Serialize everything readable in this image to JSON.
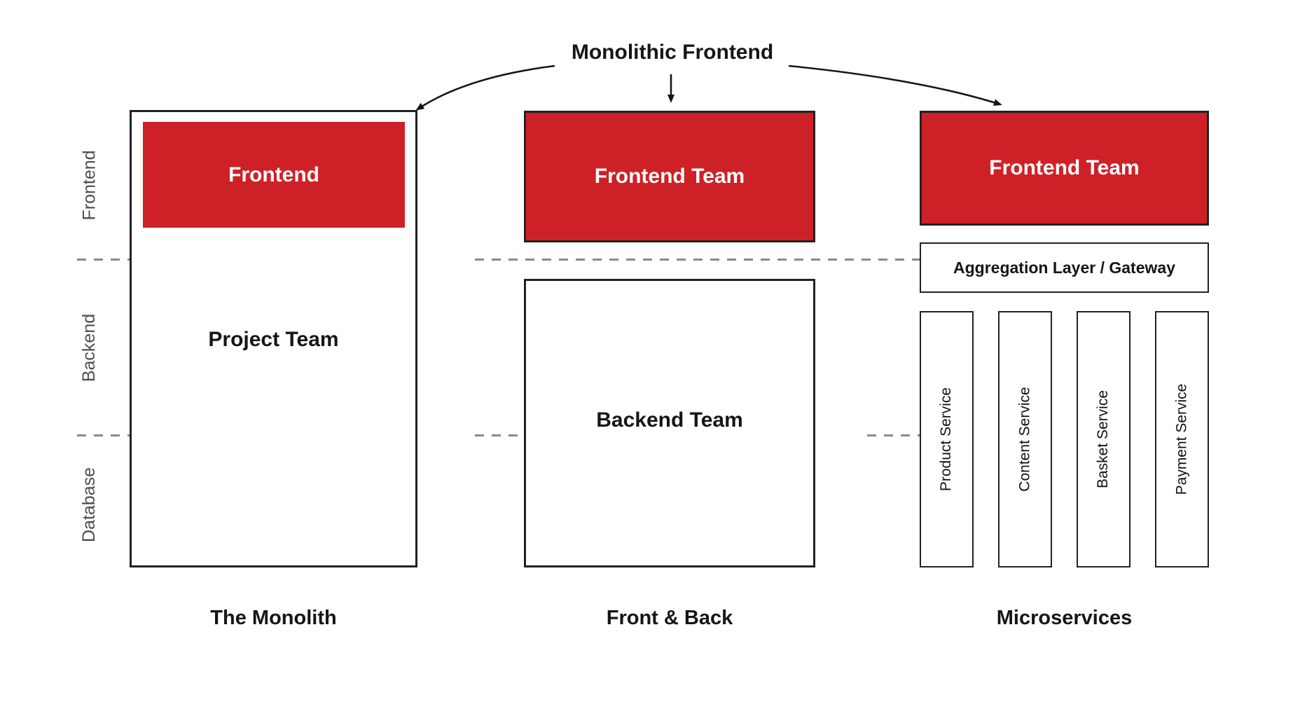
{
  "title": "Monolithic Frontend",
  "colors": {
    "red": "#ce2127",
    "box_border": "#222222",
    "dash_gray": "#8a8a8a",
    "band_label_gray": "#4d4d4d"
  },
  "band_labels": [
    "Frontend",
    "Backend",
    "Database"
  ],
  "columns": [
    {
      "caption": "The Monolith",
      "top_box": "Frontend",
      "body": "Project Team"
    },
    {
      "caption": "Front & Back",
      "top_box": "Frontend Team",
      "body": "Backend Team"
    },
    {
      "caption": "Microservices",
      "top_box": "Frontend Team",
      "gateway": "Aggregation Layer / Gateway",
      "services": [
        "Product Service",
        "Content Service",
        "Basket Service",
        "Payment Service"
      ]
    }
  ]
}
